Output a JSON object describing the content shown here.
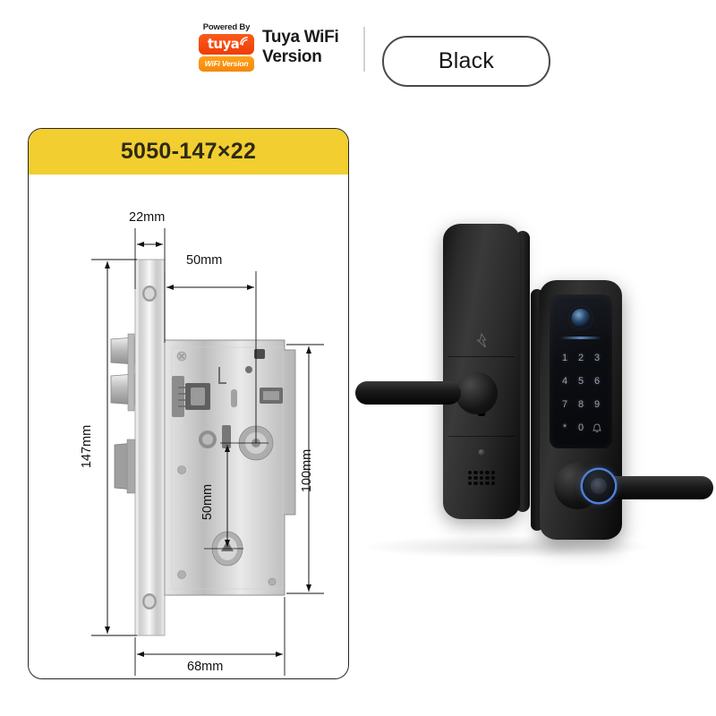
{
  "header": {
    "powered_by": "Powered By",
    "tuya_logo_word": "tuya",
    "wifi_badge": "WiFi Version",
    "brand_line1": "Tuya WiFi",
    "brand_line2": "Version",
    "color_option": "Black",
    "brand_color": "#f5400f",
    "wifi_badge_color": "#f9920f"
  },
  "spec_card": {
    "banner_title": "5050-147×22",
    "banner_color": "#f2ce30",
    "dimensions": {
      "faceplate_width": "22mm",
      "backset": "50mm",
      "faceplate_height": "147mm",
      "case_height": "100mm",
      "center_distance": "50mm",
      "case_width": "68mm"
    }
  },
  "product": {
    "keypad_digits": [
      "1",
      "2",
      "3",
      "4",
      "5",
      "6",
      "7",
      "8",
      "9",
      "*",
      "0"
    ],
    "bell_key": "bell-key"
  }
}
